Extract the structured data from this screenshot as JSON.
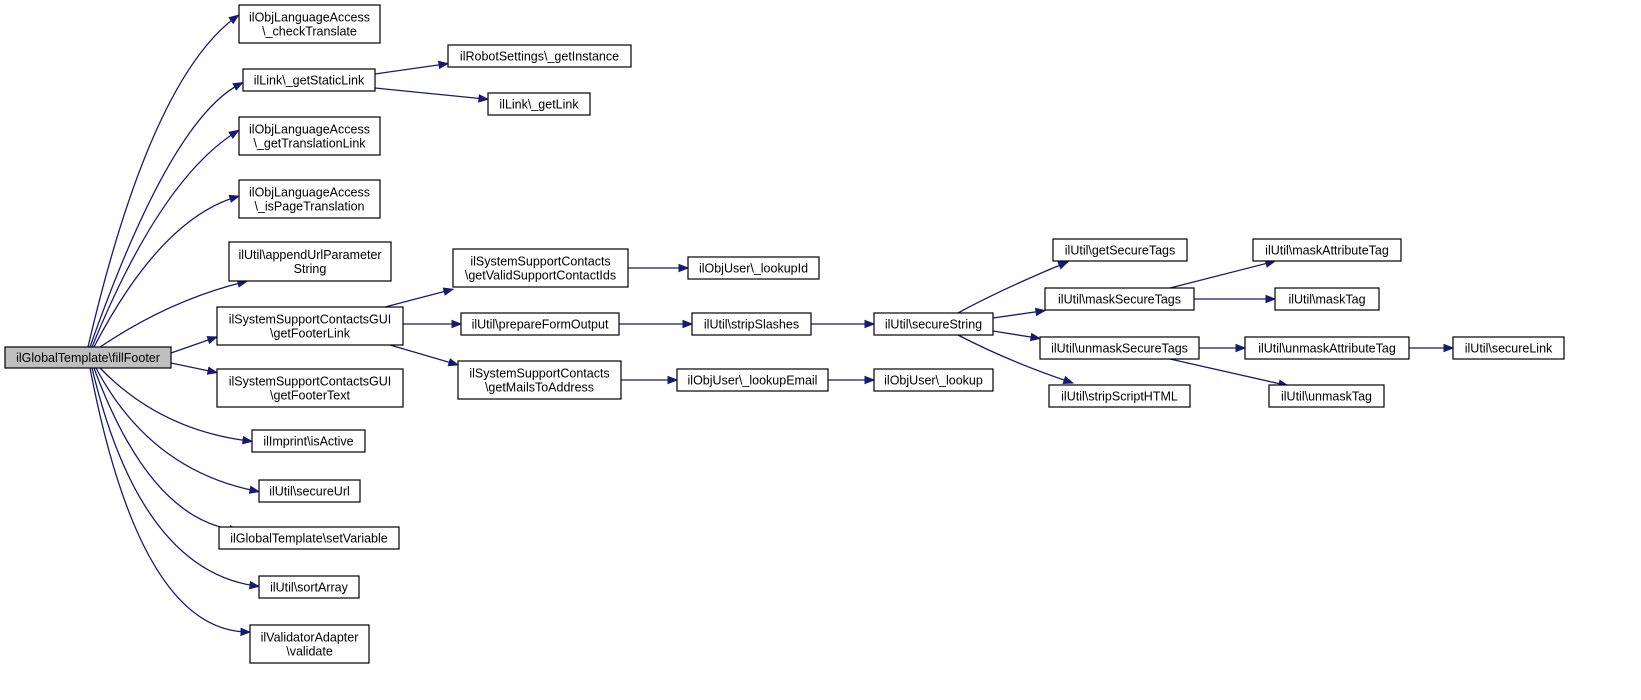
{
  "diagram": {
    "colors": {
      "edge": "#191970",
      "node_border": "#000000",
      "root_fill": "#bfbfbf",
      "node_fill": "#ffffff"
    },
    "nodes": {
      "root": [
        "ilGlobalTemplate\\fillFooter"
      ],
      "checkTranslate": [
        "ilObjLanguageAccess",
        "\\_checkTranslate"
      ],
      "getStaticLink": [
        "ilLink\\_getStaticLink"
      ],
      "robotGetInstance": [
        "ilRobotSettings\\_getInstance"
      ],
      "getLink": [
        "ilLink\\_getLink"
      ],
      "getTranslationLink": [
        "ilObjLanguageAccess",
        "\\_getTranslationLink"
      ],
      "isPageTranslation": [
        "ilObjLanguageAccess",
        "\\_isPageTranslation"
      ],
      "appendUrlParameter": [
        "ilUtil\\appendUrlParameter",
        "String"
      ],
      "getFooterLink": [
        "ilSystemSupportContactsGUI",
        "\\getFooterLink"
      ],
      "getValidSupportContactIds": [
        "ilSystemSupportContacts",
        "\\getValidSupportContactIds"
      ],
      "lookupId": [
        "ilObjUser\\_lookupId"
      ],
      "prepareFormOutput": [
        "ilUtil\\prepareFormOutput"
      ],
      "stripSlashes": [
        "ilUtil\\stripSlashes"
      ],
      "secureString": [
        "ilUtil\\secureString"
      ],
      "getSecureTags": [
        "ilUtil\\getSecureTags"
      ],
      "maskSecureTags": [
        "ilUtil\\maskSecureTags"
      ],
      "maskAttributeTag": [
        "ilUtil\\maskAttributeTag"
      ],
      "maskTag": [
        "ilUtil\\maskTag"
      ],
      "unmaskSecureTags": [
        "ilUtil\\unmaskSecureTags"
      ],
      "unmaskAttributeTag": [
        "ilUtil\\unmaskAttributeTag"
      ],
      "secureLink": [
        "ilUtil\\secureLink"
      ],
      "unmaskTag": [
        "ilUtil\\unmaskTag"
      ],
      "stripScriptHTML": [
        "ilUtil\\stripScriptHTML"
      ],
      "getMailsToAddress": [
        "ilSystemSupportContacts",
        "\\getMailsToAddress"
      ],
      "lookupEmail": [
        "ilObjUser\\_lookupEmail"
      ],
      "lookup": [
        "ilObjUser\\_lookup"
      ],
      "getFooterText": [
        "ilSystemSupportContactsGUI",
        "\\getFooterText"
      ],
      "imprintIsActive": [
        "ilImprint\\isActive"
      ],
      "secureUrl": [
        "ilUtil\\secureUrl"
      ],
      "setVariable": [
        "ilGlobalTemplate\\setVariable"
      ],
      "sortArray": [
        "ilUtil\\sortArray"
      ],
      "validate": [
        "ilValidatorAdapter",
        "\\validate"
      ]
    }
  }
}
